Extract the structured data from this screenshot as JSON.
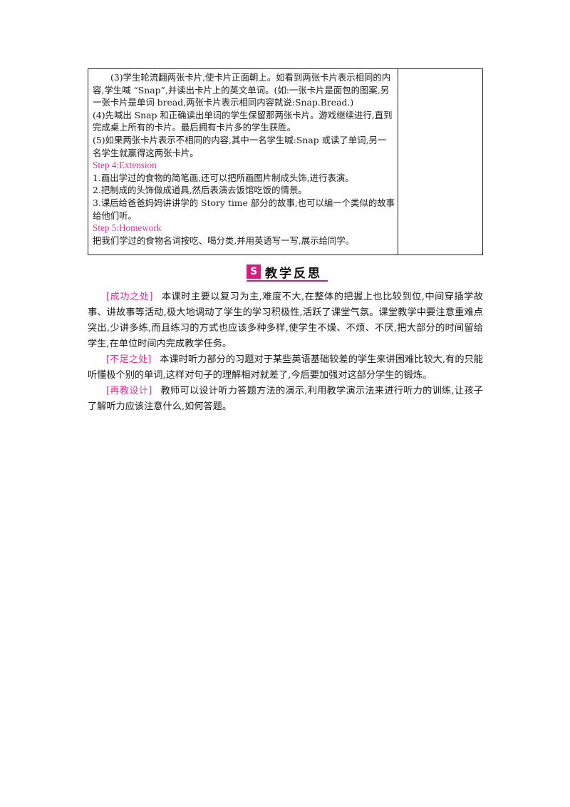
{
  "table": {
    "p1": "(3)学生轮流翻两张卡片,使卡片正面朝上。如看到两张卡片表示相同的内容,学生喊 “Snap”,并读出卡片上的英文单词。(如:一张卡片是面包的图案,另一张卡片是单词 bread,两张卡片表示相同内容就说:Snap.Bread.)",
    "p2": "(4)先喊出 Snap 和正确读出单词的学生保留那两张卡片。游戏继续进行,直到完成桌上所有的卡片。最后拥有卡片多的学生获胜。",
    "p3": "(5)如果两张卡片表示不相同的内容,其中一名学生喊:Snap 或读了单词,另一名学生就赢得这两张卡片。",
    "step4_title": "Step 4:Extension",
    "step4_items": [
      "1.画出学过的食物的简笔画,还可以把所画图片制成头饰,进行表演。",
      "2.把制成的头饰做成道具,然后表演去饭馆吃饭的情景。",
      "3.课后给爸爸妈妈讲讲学的 Story time 部分的故事,也可以编一个类似的故事给他们听。"
    ],
    "step5_title": "Step 5:Homework",
    "step5_text": "把我们学过的食物名词按吃、喝分类,并用英语写一写,展示给同学。"
  },
  "section": {
    "icon_glyph": "S",
    "title": "教学反思"
  },
  "reflection": {
    "success_tag": "[成功之处]",
    "success_text": "本课时主要以复习为主,难度不大,在整体的把握上也比较到位,中间穿插学故事、讲故事等活动,极大地调动了学生的学习积极性,活跃了课堂气氛。课堂教学中要注意重难点突出,少讲多练,而且练习的方式也应该多种多样,使学生不燥、不烦、不厌,把大部分的时间留给学生,在单位时间内完成教学任务。",
    "shortcoming_tag": "[不足之处]",
    "shortcoming_text": "本课时听力部分的习题对于某些英语基础较差的学生来讲困难比较大,有的只能听懂极个别的单词,这样对句子的理解相对就差了,今后要加强对这部分学生的锻炼。",
    "redesign_tag": "[再教设计]",
    "redesign_text": "教师可以设计听力答题方法的演示,利用教学演示法来进行听力的训练,让孩子了解听力应该注意什么,如何答题。"
  },
  "colors": {
    "accent": "#e0309a",
    "icon_bg": "#d81b7f"
  }
}
